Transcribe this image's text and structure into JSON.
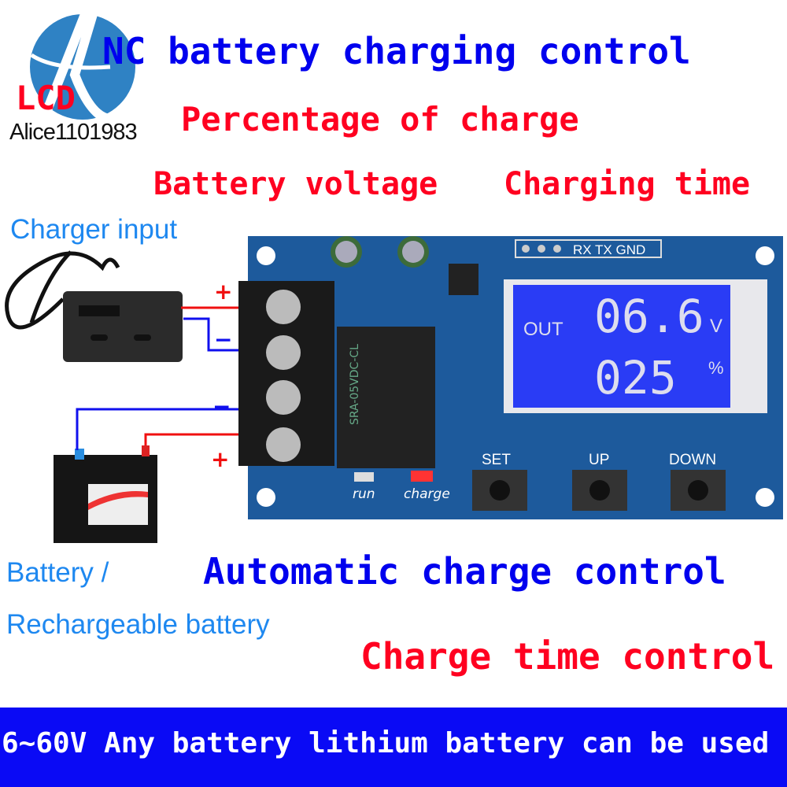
{
  "watermark": {
    "brand": "Alice1101983",
    "logo_letter": "A"
  },
  "headings": {
    "title": "NC battery charging control",
    "lcd_label": "LCD",
    "percentage": "Percentage of charge",
    "battery_voltage": "Battery voltage",
    "charging_time": "Charging time",
    "auto_control": "Automatic charge control",
    "time_control": "Charge time control"
  },
  "labels": {
    "charger_input": "Charger input",
    "battery_line1": "Battery /",
    "battery_line2": "Rechargeable battery",
    "plus": "+",
    "minus": "−"
  },
  "board": {
    "header_pins": "RX TX GND",
    "relay_text": "SRA-05VDC-CL",
    "lcd": {
      "out": "OUT",
      "voltage": "06.6",
      "voltage_unit": "V",
      "percent": "025",
      "percent_unit": "%"
    },
    "buttons": [
      "SET",
      "UP",
      "DOWN"
    ],
    "leds": {
      "run": "run",
      "charge": "charge"
    }
  },
  "footer": {
    "text": "6~60V Any battery lithium battery can be used"
  },
  "colors": {
    "blue_text": "#0000ee",
    "red_text": "#ff0020",
    "light_blue": "#1e88f0",
    "board": "#1d5a9c",
    "lcd": "#2a3cf5",
    "footer_bg": "#0a0af5"
  }
}
